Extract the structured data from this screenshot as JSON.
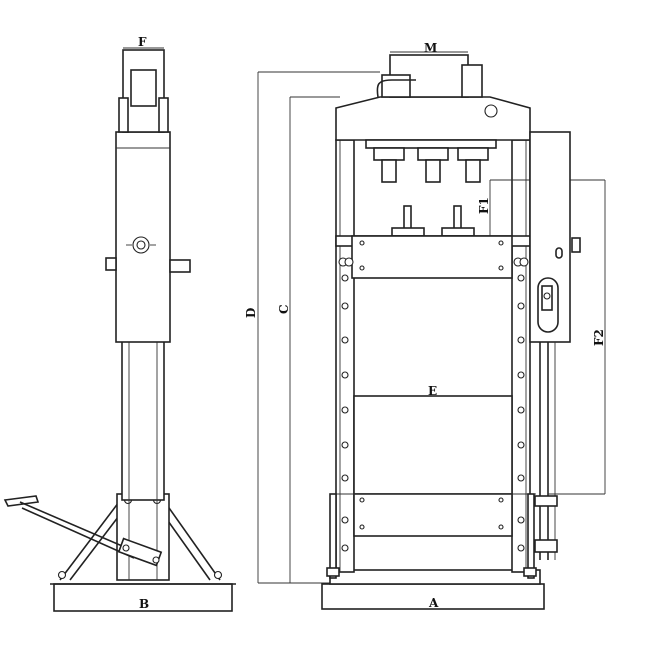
{
  "labels": {
    "F": "F",
    "M": "M",
    "D": "D",
    "C": "C",
    "F1": "F1",
    "F2": "F2",
    "E": "E",
    "A": "A",
    "B": "B"
  },
  "colors": {
    "line": "#222222",
    "background": "#ffffff"
  }
}
